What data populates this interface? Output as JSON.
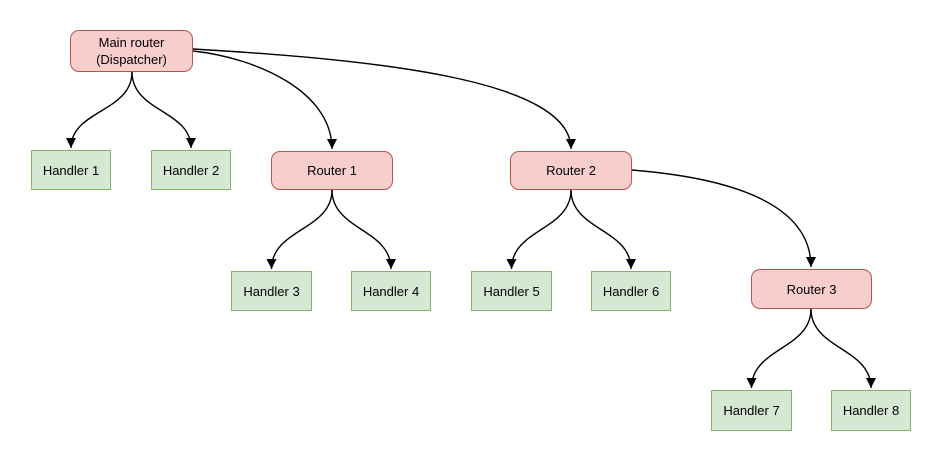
{
  "colors": {
    "background": "#ffffff",
    "router-fill": "#f8cecc",
    "router-stroke": "#b85450",
    "handler-fill": "#d5e8d4",
    "handler-stroke": "#82b366",
    "edge": "#000000",
    "text": "#000000"
  },
  "nodes": {
    "main": {
      "label_line1": "Main router",
      "label_line2": "(Dispatcher)",
      "type": "router"
    },
    "handler1": {
      "label": "Handler 1",
      "type": "handler"
    },
    "handler2": {
      "label": "Handler 2",
      "type": "handler"
    },
    "router1": {
      "label": "Router 1",
      "type": "router"
    },
    "router2": {
      "label": "Router 2",
      "type": "router"
    },
    "handler3": {
      "label": "Handler 3",
      "type": "handler"
    },
    "handler4": {
      "label": "Handler 4",
      "type": "handler"
    },
    "handler5": {
      "label": "Handler 5",
      "type": "handler"
    },
    "handler6": {
      "label": "Handler 6",
      "type": "handler"
    },
    "router3": {
      "label": "Router 3",
      "type": "router"
    },
    "handler7": {
      "label": "Handler 7",
      "type": "handler"
    },
    "handler8": {
      "label": "Handler 8",
      "type": "handler"
    }
  },
  "edges": [
    {
      "from": "Main router (Dispatcher)",
      "to": "Handler 1"
    },
    {
      "from": "Main router (Dispatcher)",
      "to": "Handler 2"
    },
    {
      "from": "Main router (Dispatcher)",
      "to": "Router 1"
    },
    {
      "from": "Main router (Dispatcher)",
      "to": "Router 2"
    },
    {
      "from": "Router 1",
      "to": "Handler 3"
    },
    {
      "from": "Router 1",
      "to": "Handler 4"
    },
    {
      "from": "Router 2",
      "to": "Handler 5"
    },
    {
      "from": "Router 2",
      "to": "Handler 6"
    },
    {
      "from": "Router 2",
      "to": "Router 3"
    },
    {
      "from": "Router 3",
      "to": "Handler 7"
    },
    {
      "from": "Router 3",
      "to": "Handler 8"
    }
  ]
}
